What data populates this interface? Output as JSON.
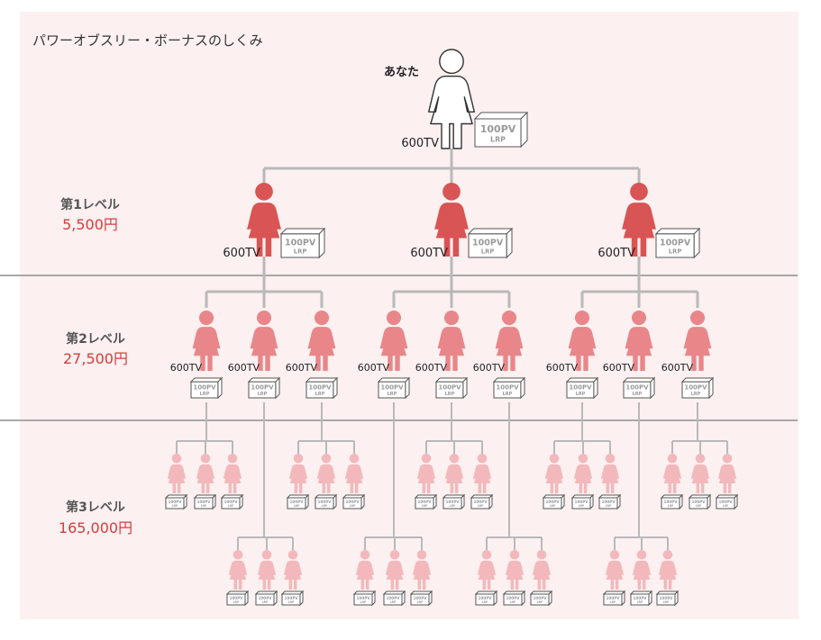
{
  "title": "パワーオブスリー・ボーナスのしくみ",
  "you_label": "あなた",
  "tv_label": "600TV",
  "box_pv": "100PV",
  "box_sub": "LRP",
  "levels": [
    {
      "name": "第1レベル",
      "amount": "5,500円"
    },
    {
      "name": "第2レベル",
      "amount": "27,500円"
    },
    {
      "name": "第3レベル",
      "amount": "165,000円"
    }
  ],
  "colors": {
    "panel_bg": "#fcf0f0",
    "line": "#b9b9b9",
    "divider": "#a8a8a8",
    "level1": "#d95454",
    "level2": "#e8868a",
    "level3": "#f3b8bb",
    "amount": "#d83c3c",
    "level_name": "#555555",
    "box_text": "#9a9a9a"
  }
}
